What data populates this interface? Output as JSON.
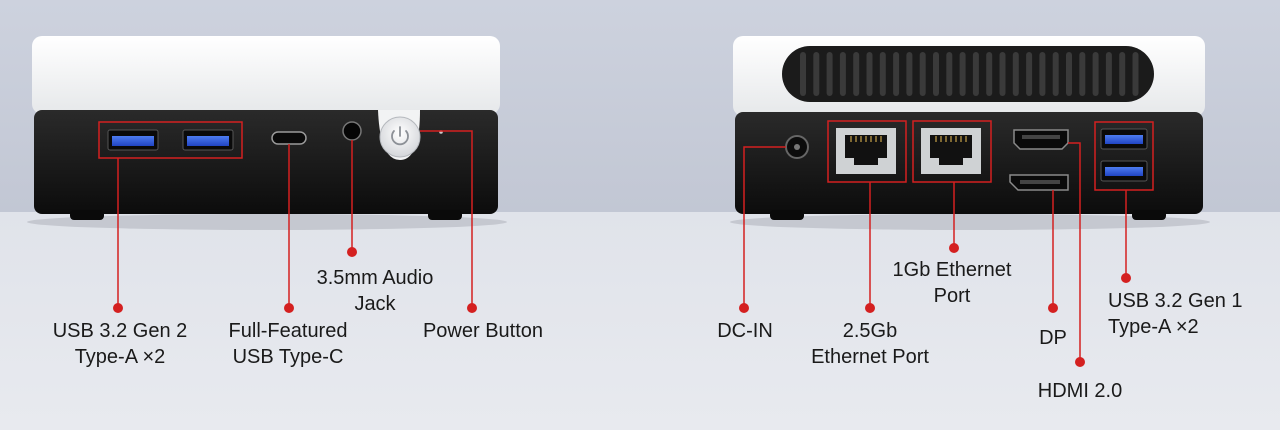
{
  "colors": {
    "background_top": "#c7ccd9",
    "background_bottom": "#e4e6ec",
    "case_white": "#f4f5f6",
    "case_black": "#141414",
    "callout_red": "#d42020",
    "usb_blue": "#2f5ee0"
  },
  "front_labels": {
    "usb_gen2": [
      "USB 3.2 Gen 2",
      "Type-A ×2"
    ],
    "usb_c": [
      "Full-Featured",
      "USB Type-C"
    ],
    "audio": [
      "3.5mm Audio",
      "Jack"
    ],
    "power": [
      "Power Button"
    ]
  },
  "rear_labels": {
    "dc_in": [
      "DC-IN"
    ],
    "eth_25": [
      "2.5Gb",
      "Ethernet Port"
    ],
    "eth_1": [
      "1Gb Ethernet",
      "Port"
    ],
    "dp": [
      "DP"
    ],
    "hdmi": [
      "HDMI 2.0"
    ],
    "usb_gen1": [
      "USB 3.2 Gen 1",
      "Type-A ×2"
    ]
  },
  "icons": {
    "power": "power-icon",
    "ethernet": "ethernet-port-icon",
    "usb": "usb-a-port-icon"
  }
}
